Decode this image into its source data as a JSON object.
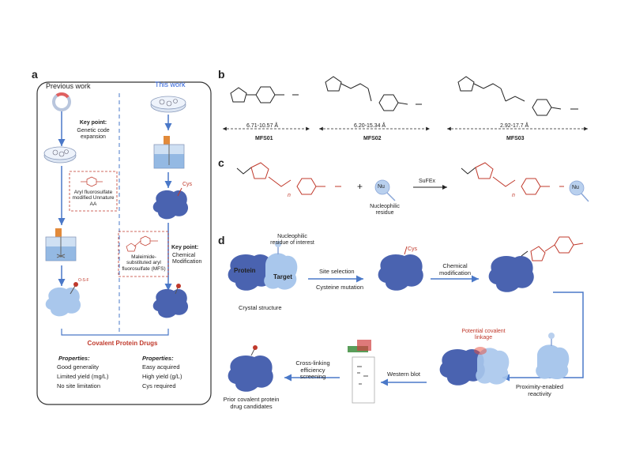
{
  "colors": {
    "protein_dark": "#4a63b0",
    "protein_light": "#a9c7ec",
    "red": "#c0392b",
    "blue": "#2b5fd9",
    "arrow": "#4a78c8"
  },
  "panel_a": {
    "label": "a",
    "previous_work": "Previous work",
    "this_work": "This work",
    "key_point_1_title": "Key point:",
    "key_point_1_text": "Genetic code expansion",
    "aryl_box": "Aryl fluorosulfate modified Unnature AA",
    "mfs_box": "Maleimide-substituted aryl fluorosulfate (MFS)",
    "key_point_2_title": "Key point:",
    "key_point_2_text": "Chemical Modification",
    "cys_label": "Cys",
    "covalent_drugs": "Covalent Protein Drugs",
    "props_title_left": "Properties:",
    "props_left": [
      "Good generality",
      "Limited yield (mg/L)",
      "No site limitation"
    ],
    "props_title_right": "Properties:",
    "props_right": [
      "Easy acquired",
      "High yield (g/L)",
      "Cys required"
    ]
  },
  "panel_b": {
    "label": "b",
    "compounds": [
      {
        "name": "MFS01",
        "range": "6.71-10.57 Å"
      },
      {
        "name": "MFS02",
        "range": "6.20-15.34 Å"
      },
      {
        "name": "MFS03",
        "range": "2.92-17.7 Å"
      }
    ]
  },
  "panel_c": {
    "label": "c",
    "nu": "Nu",
    "nu_caption": "Nucleophilic residue",
    "reaction": "SuFEx",
    "plus": "+",
    "n_index": "n"
  },
  "panel_d": {
    "label": "d",
    "nucleophilic_roi": "Nucleophilic residue of interest",
    "protein": "Protein",
    "target": "Target",
    "crystal": "Crystal structure",
    "site_selection": "Site selection",
    "cys_mutation": "Cysteine mutation",
    "cys": "Cys",
    "chem_mod": "Chemical modification",
    "potential_linkage": "Potential covalent linkage",
    "proximity": "Proximity-enabled reactivity",
    "western": "Western blot",
    "crosslink": "Cross-linking efficiency screening",
    "prior": "Prior covalent protein drug candidates"
  }
}
